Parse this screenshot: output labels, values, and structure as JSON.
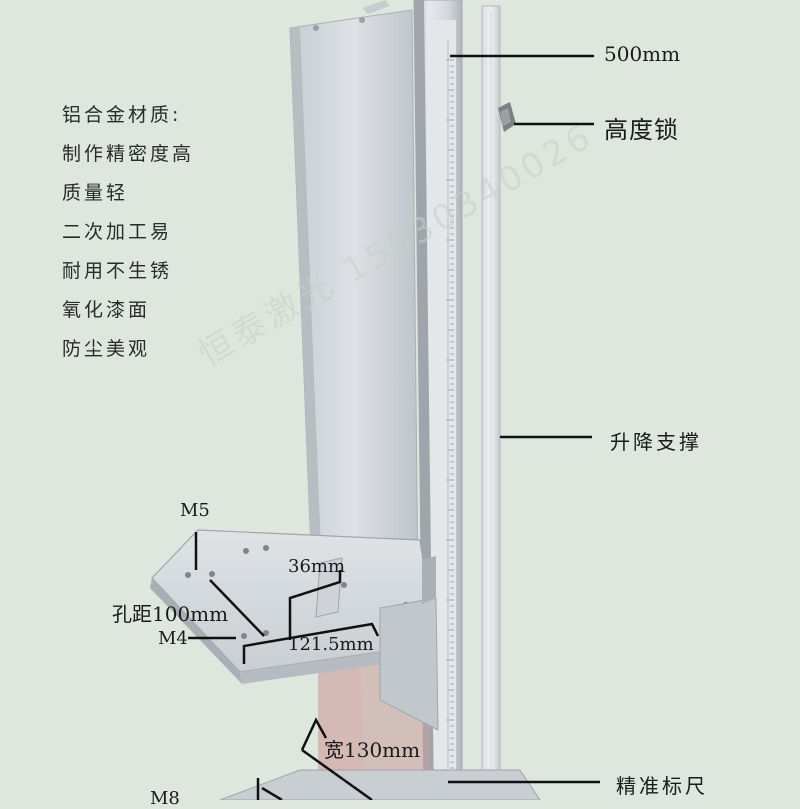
{
  "features": [
    "铝合金材质:",
    "制作精密度高",
    "质量轻",
    "二次加工易",
    "耐用不生锈",
    "氧化漆面",
    "防尘美观"
  ],
  "labels": {
    "column_height": "500mm",
    "height_lock": "高度锁",
    "lift_support": "升降支撑",
    "precision_ruler": "精准标尺",
    "m5": "M5",
    "m4": "M4",
    "m8": "M8",
    "depth_36": "36mm",
    "hole_spacing": "孔距100mm",
    "width_121": "121.5mm",
    "width_130": "宽130mm"
  },
  "watermark": "恒泰激光 15830340026",
  "colors": {
    "background": "#dee7de",
    "aluminum_light": "#e2e6e9",
    "aluminum_mid": "#c4c9ce",
    "aluminum_dark": "#9ea4aa",
    "leader_line": "#111111"
  }
}
